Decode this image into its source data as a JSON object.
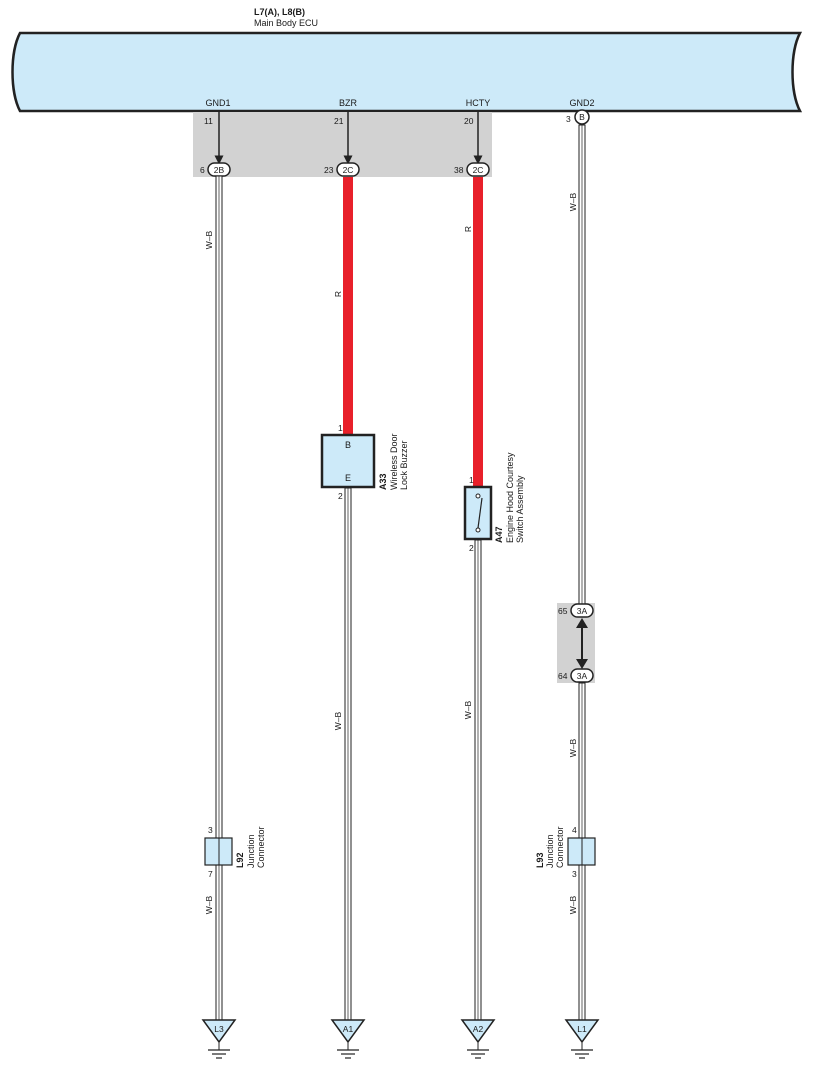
{
  "ecu": {
    "id": "L7(A), L8(B)",
    "name": "Main Body ECU",
    "terminals": [
      {
        "name": "GND1",
        "pin": "11"
      },
      {
        "name": "BZR",
        "pin": "21"
      },
      {
        "name": "HCTY",
        "pin": "20"
      },
      {
        "name": "GND2",
        "pin": "3",
        "connector": "B"
      }
    ]
  },
  "junction_connectors": [
    {
      "pin": "6",
      "code": "2B"
    },
    {
      "pin": "23",
      "code": "2C"
    },
    {
      "pin": "38",
      "code": "2C"
    },
    {
      "pin": "65",
      "code": "3A"
    },
    {
      "pin": "64",
      "code": "3A"
    }
  ],
  "wires": {
    "wb": "W–B",
    "r": "R"
  },
  "components": {
    "buzzer": {
      "id": "A33",
      "line1": "Wireless Door",
      "line2": "Lock Buzzer",
      "pin_top": "1",
      "pin_bottom": "2",
      "term_top": "B",
      "term_bottom": "E"
    },
    "hood_switch": {
      "id": "A47",
      "line1": "Engine Hood Courtesy",
      "line2": "Switch Assembly",
      "pin_top": "1",
      "pin_bottom": "2"
    },
    "l92": {
      "id": "L92",
      "line1": "Junction",
      "line2": "Connector",
      "pin_top": "3",
      "pin_bottom": "7"
    },
    "l93": {
      "id": "L93",
      "line1": "Junction",
      "line2": "Connector",
      "pin_top": "4",
      "pin_bottom": "3"
    }
  },
  "grounds": [
    "L3",
    "A1",
    "A2",
    "L1"
  ],
  "colors": {
    "ecu_fill": "#cdeaf9",
    "component_fill": "#cdeaf9",
    "red_wire": "#e8202a",
    "shade": "#d2d2d2"
  }
}
